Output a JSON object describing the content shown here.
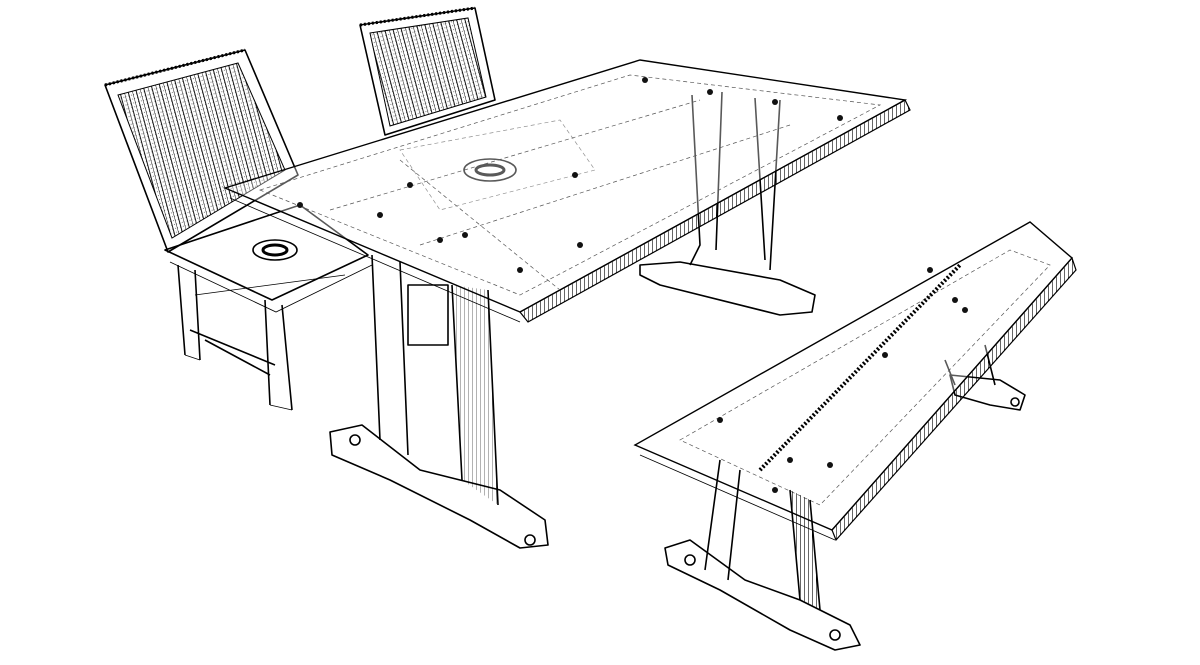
{
  "drawing": {
    "subject": [
      "table",
      "chair",
      "chair",
      "bench"
    ],
    "style": "wireframe"
  },
  "colors": {
    "line": "#000000",
    "hidden_line": "#555555",
    "background": "#ffffff"
  }
}
